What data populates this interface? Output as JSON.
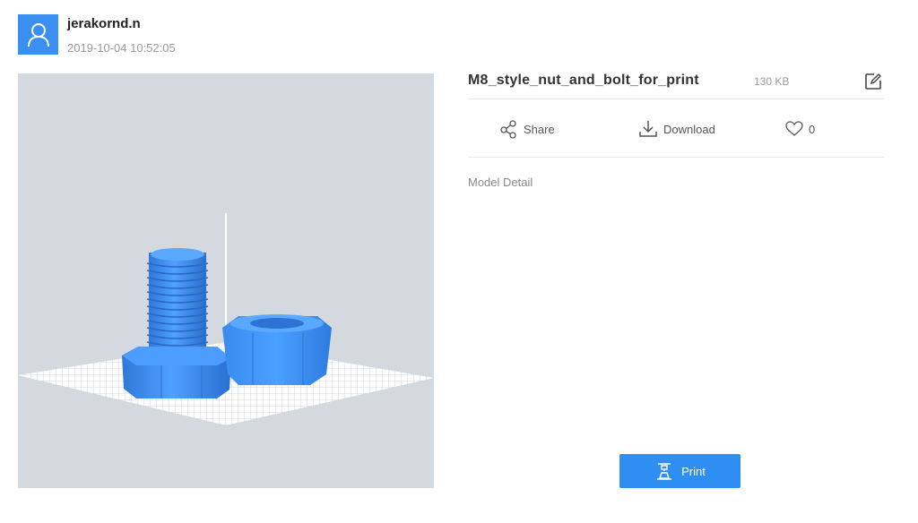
{
  "user": {
    "name": "jerakornd.n",
    "timestamp": "2019-10-04 10:52:05",
    "avatar_icon": "user-icon"
  },
  "model": {
    "title": "M8_style_nut_and_bolt_for_print",
    "size": "130 KB",
    "detail_label": "Model Detail"
  },
  "actions": {
    "share_label": "Share",
    "download_label": "Download",
    "like_count": "0"
  },
  "print_label": "Print",
  "colors": {
    "accent": "#2e8ef2",
    "model": "#3b8df0",
    "viewer_bg": "#d3d9df"
  }
}
